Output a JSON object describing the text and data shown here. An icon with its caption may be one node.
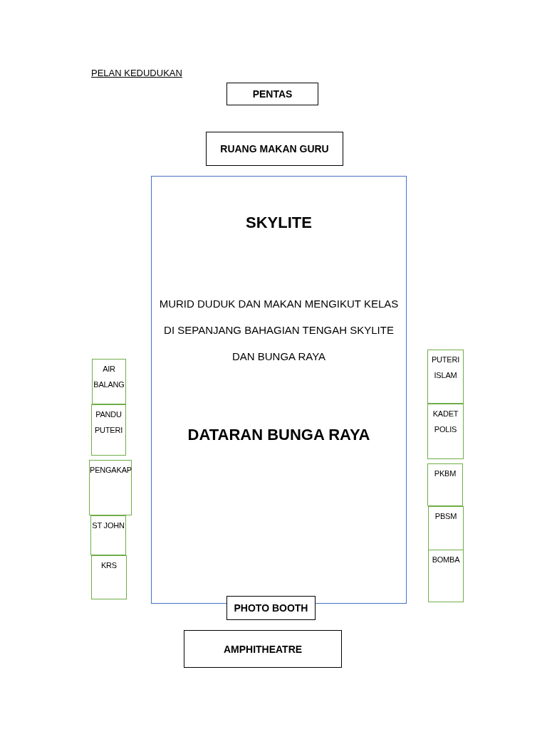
{
  "diagram": {
    "title": "PELAN KEDUDUKAN",
    "nodes": [
      {
        "text": [
          "PENTAS"
        ]
      },
      {
        "text": [
          "RUANG MAKAN GURU"
        ]
      },
      {
        "text": [
          "SKYLITE",
          "MURID DUDUK DAN MAKAN MENGIKUT KELAS DI SEPANJANG BAHAGIAN TENGAH SKYLITE DAN BUNGA RAYA",
          "DATARAN BUNGA RAYA"
        ]
      },
      {
        "text": [
          "AIR BALANG"
        ]
      },
      {
        "text": [
          "PANDU PUTERI"
        ]
      },
      {
        "text": [
          "PENGAKAP"
        ]
      },
      {
        "text": [
          "ST JOHN"
        ]
      },
      {
        "text": [
          "KRS"
        ]
      },
      {
        "text": [
          "PUTERI ISLAM"
        ]
      },
      {
        "text": [
          "KADET POLIS"
        ]
      },
      {
        "text": [
          "PKBM"
        ]
      },
      {
        "text": [
          "PBSM"
        ]
      },
      {
        "text": [
          "BOMBA"
        ]
      },
      {
        "text": [
          "PHOTO BOOTH"
        ]
      },
      {
        "text": [
          "AMPHITHEATRE"
        ]
      }
    ],
    "edges": []
  }
}
